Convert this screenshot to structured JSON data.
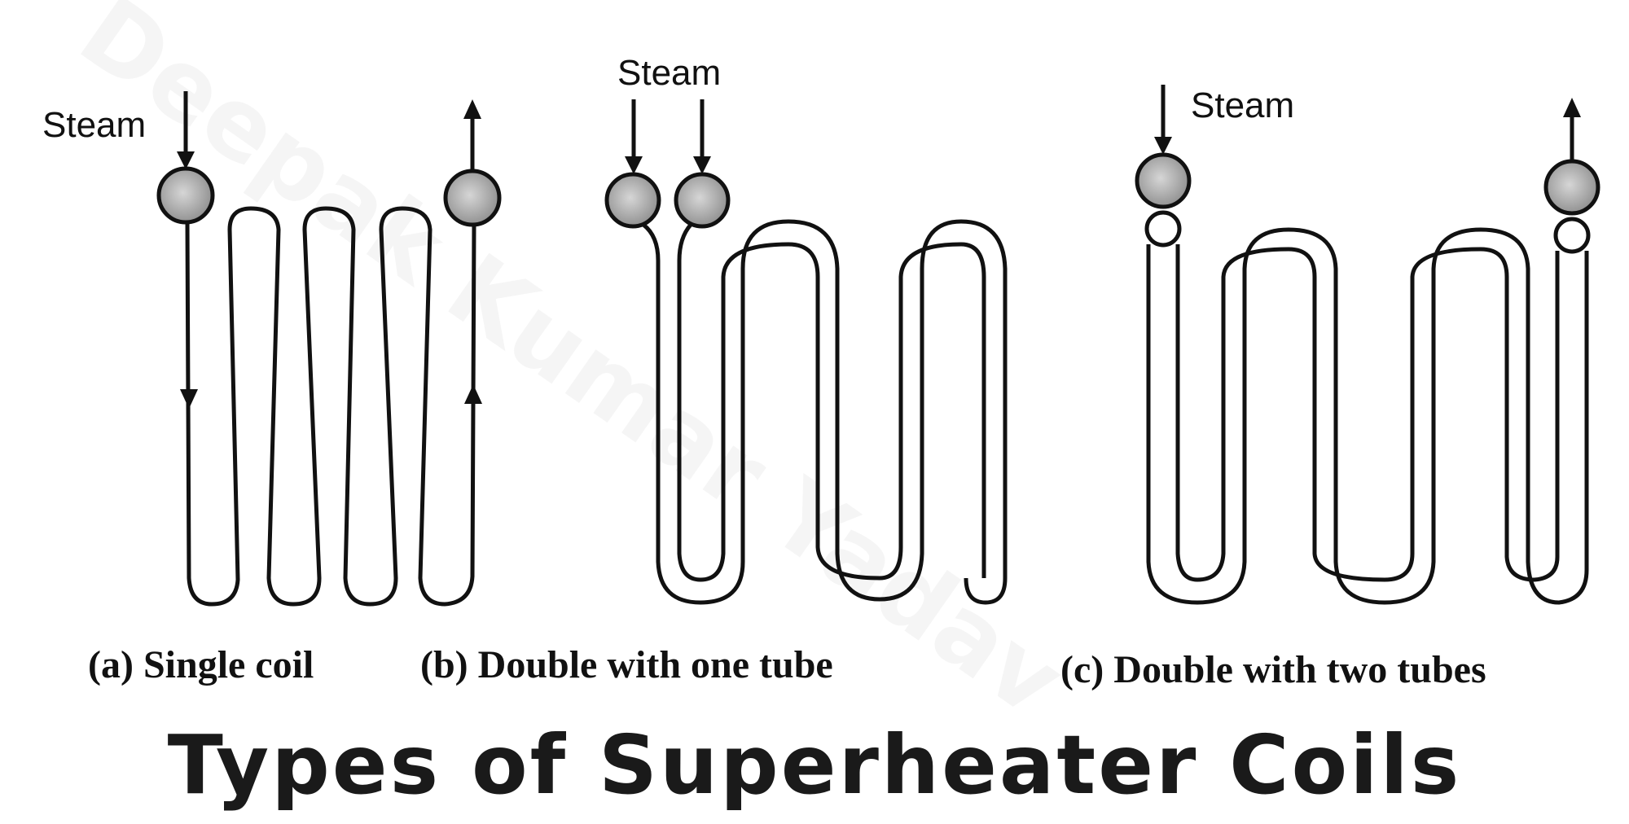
{
  "title": "Types of Superheater Coils",
  "watermark": "Deepak Kumar Yadav",
  "panels": [
    {
      "steam_label": "Steam",
      "caption": "(a) Single coil"
    },
    {
      "steam_label": "Steam",
      "caption": "(b) Double with one tube"
    },
    {
      "steam_label": "Steam",
      "caption": "(c) Double with two tubes"
    }
  ],
  "colors": {
    "ink": "#111111",
    "header_fill": "#9a9a9a",
    "background": "#ffffff"
  }
}
